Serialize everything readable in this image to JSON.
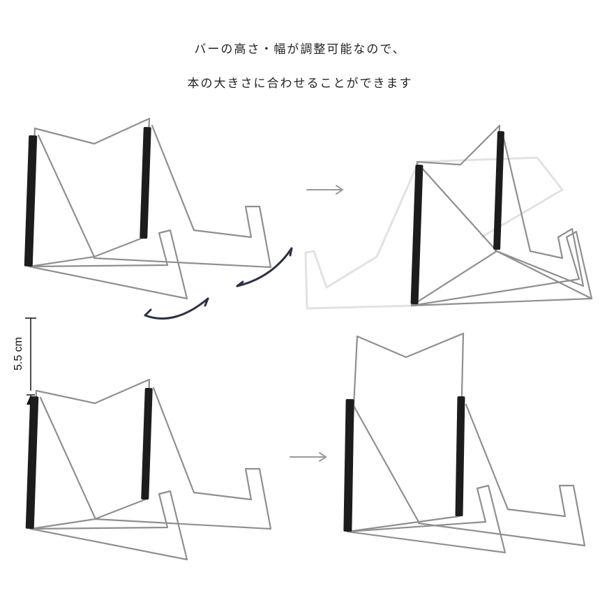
{
  "caption": {
    "line1": "バーの高さ・幅が調整可能なので、",
    "line2": "本の大きさに合わせることができます"
  },
  "dimension": {
    "label": "5.5 cm"
  },
  "colors": {
    "wire": "#8a8a8a",
    "grip": "#1a1a1a",
    "arrow": "#9a9a9a",
    "rotate_arrow": "#2b3142",
    "ghost": "#e2e2e2"
  },
  "icons": [
    "right-arrow-icon",
    "rotate-arrow-icon",
    "up-arrow-icon"
  ]
}
